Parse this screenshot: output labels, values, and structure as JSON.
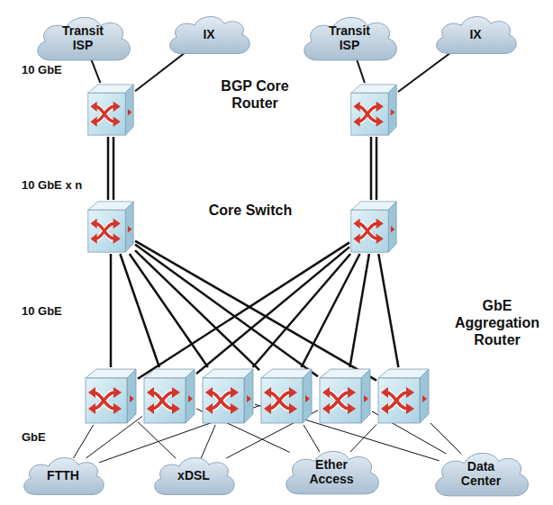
{
  "diagram": {
    "nodes": [
      {
        "text": [
          "Transit ISP"
        ]
      },
      {
        "text": [
          "IX"
        ]
      },
      {
        "text": [
          "Transit ISP"
        ]
      },
      {
        "text": [
          "IX"
        ]
      },
      {
        "text": [
          "BGP Core Router"
        ]
      },
      {
        "text": []
      },
      {
        "text": [
          "Core Switch"
        ]
      },
      {
        "text": []
      },
      {
        "text": []
      },
      {
        "text": []
      },
      {
        "text": []
      },
      {
        "text": []
      },
      {
        "text": []
      },
      {
        "text": []
      },
      {
        "text": [
          "FTTH"
        ]
      },
      {
        "text": [
          "xDSL"
        ]
      },
      {
        "text": [
          "Ether Access"
        ]
      },
      {
        "text": [
          "Data Center"
        ]
      }
    ],
    "edges": [
      {
        "from": 0,
        "to": 4,
        "arrow": "none"
      },
      {
        "from": 1,
        "to": 4,
        "arrow": "none"
      },
      {
        "from": 2,
        "to": 5,
        "arrow": "none"
      },
      {
        "from": 3,
        "to": 5,
        "arrow": "none"
      },
      {
        "from": 4,
        "to": 6,
        "arrow": "none"
      },
      {
        "from": 4,
        "to": 6,
        "arrow": "none"
      },
      {
        "from": 5,
        "to": 7,
        "arrow": "none"
      },
      {
        "from": 5,
        "to": 7,
        "arrow": "none"
      },
      {
        "from": 6,
        "to": 8,
        "arrow": "none"
      },
      {
        "from": 6,
        "to": 9,
        "arrow": "none"
      },
      {
        "from": 6,
        "to": 10,
        "arrow": "none"
      },
      {
        "from": 6,
        "to": 11,
        "arrow": "none"
      },
      {
        "from": 6,
        "to": 12,
        "arrow": "none"
      },
      {
        "from": 6,
        "to": 13,
        "arrow": "none"
      },
      {
        "from": 7,
        "to": 8,
        "arrow": "none"
      },
      {
        "from": 7,
        "to": 9,
        "arrow": "none"
      },
      {
        "from": 7,
        "to": 10,
        "arrow": "none"
      },
      {
        "from": 7,
        "to": 11,
        "arrow": "none"
      },
      {
        "from": 7,
        "to": 12,
        "arrow": "none"
      },
      {
        "from": 7,
        "to": 13,
        "arrow": "none"
      },
      {
        "from": 8,
        "to": 14,
        "arrow": "none"
      },
      {
        "from": 8,
        "to": 15,
        "arrow": "none"
      },
      {
        "from": 9,
        "to": 14,
        "arrow": "none"
      },
      {
        "from": 9,
        "to": 16,
        "arrow": "none"
      },
      {
        "from": 10,
        "to": 15,
        "arrow": "none"
      },
      {
        "from": 10,
        "to": 17,
        "arrow": "none"
      },
      {
        "from": 11,
        "to": 14,
        "arrow": "none"
      },
      {
        "from": 11,
        "to": 16,
        "arrow": "none"
      },
      {
        "from": 12,
        "to": 15,
        "arrow": "none"
      },
      {
        "from": 12,
        "to": 17,
        "arrow": "none"
      },
      {
        "from": 13,
        "to": 16,
        "arrow": "none"
      },
      {
        "from": 13,
        "to": 17,
        "arrow": "none"
      }
    ],
    "labels": [
      "10 GbE",
      "10 GbE x n",
      "10 GbE",
      "GbE",
      "GbE Aggregation Router"
    ]
  }
}
